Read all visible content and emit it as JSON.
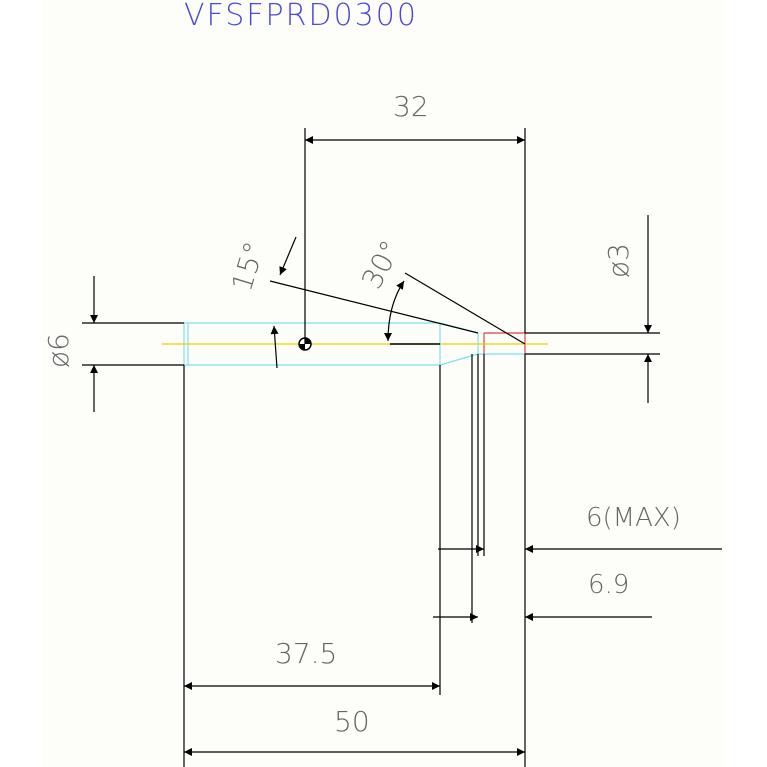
{
  "title": "VFSFPRD0300",
  "dimensions": {
    "length_32": "32",
    "angle_15": "15°",
    "angle_30": "30°",
    "dia_3": "ø3",
    "dia_6": "ø6",
    "max_6": "6(MAX)",
    "len_6_9": "6.9",
    "len_37_5": "37.5",
    "len_50": "50"
  },
  "colors": {
    "title": "#4a4ad8",
    "dimension_lines": "#000000",
    "dimension_text": "#666666",
    "body_outline": "#7fe0f0",
    "centerline": "#f0d000",
    "tip": "#e04040"
  }
}
